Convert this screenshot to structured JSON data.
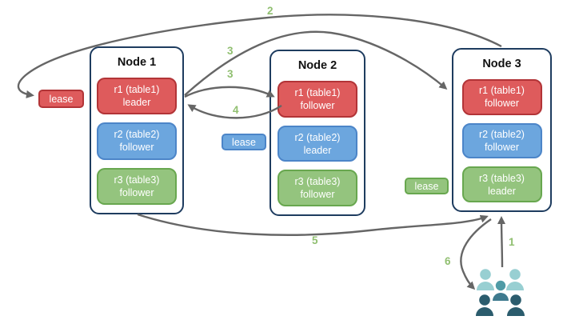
{
  "diagram": {
    "nodes": [
      {
        "title": "Node 1",
        "replicas": [
          {
            "name": "r1 (table1)",
            "role": "leader",
            "color": "red"
          },
          {
            "name": "r2 (table2)",
            "role": "follower",
            "color": "blue"
          },
          {
            "name": "r3 (table3)",
            "role": "follower",
            "color": "green"
          }
        ]
      },
      {
        "title": "Node 2",
        "replicas": [
          {
            "name": "r1 (table1)",
            "role": "follower",
            "color": "red"
          },
          {
            "name": "r2 (table2)",
            "role": "leader",
            "color": "blue"
          },
          {
            "name": "r3 (table3)",
            "role": "follower",
            "color": "green"
          }
        ]
      },
      {
        "title": "Node 3",
        "replicas": [
          {
            "name": "r1 (table1)",
            "role": "follower",
            "color": "red"
          },
          {
            "name": "r2 (table2)",
            "role": "follower",
            "color": "blue"
          },
          {
            "name": "r3 (table3)",
            "role": "leader",
            "color": "green"
          }
        ]
      }
    ],
    "leases": {
      "red": {
        "label": "lease"
      },
      "blue": {
        "label": "lease"
      },
      "green": {
        "label": "lease"
      }
    },
    "steps": {
      "s1": {
        "label": "1"
      },
      "s2": {
        "label": "2"
      },
      "s3a": {
        "label": "3"
      },
      "s3b": {
        "label": "3"
      },
      "s4": {
        "label": "4"
      },
      "s5": {
        "label": "5"
      },
      "s6": {
        "label": "6"
      }
    },
    "icons": {
      "users": "users-icon"
    },
    "colors": {
      "red_fill": "#DE5B5C",
      "red_border": "#B23437",
      "blue_fill": "#6CA6DE",
      "blue_border": "#4C85C8",
      "green_fill": "#94C47E",
      "green_border": "#68A74F",
      "node_border": "#1E3C5F",
      "arrow": "#666666",
      "step_label": "#90BF70",
      "users_light": "#98CFD2",
      "users_medium_head": "#4F9BA6",
      "users_medium_body": "#3E7A8E",
      "users_dark": "#2B5C6D"
    }
  }
}
